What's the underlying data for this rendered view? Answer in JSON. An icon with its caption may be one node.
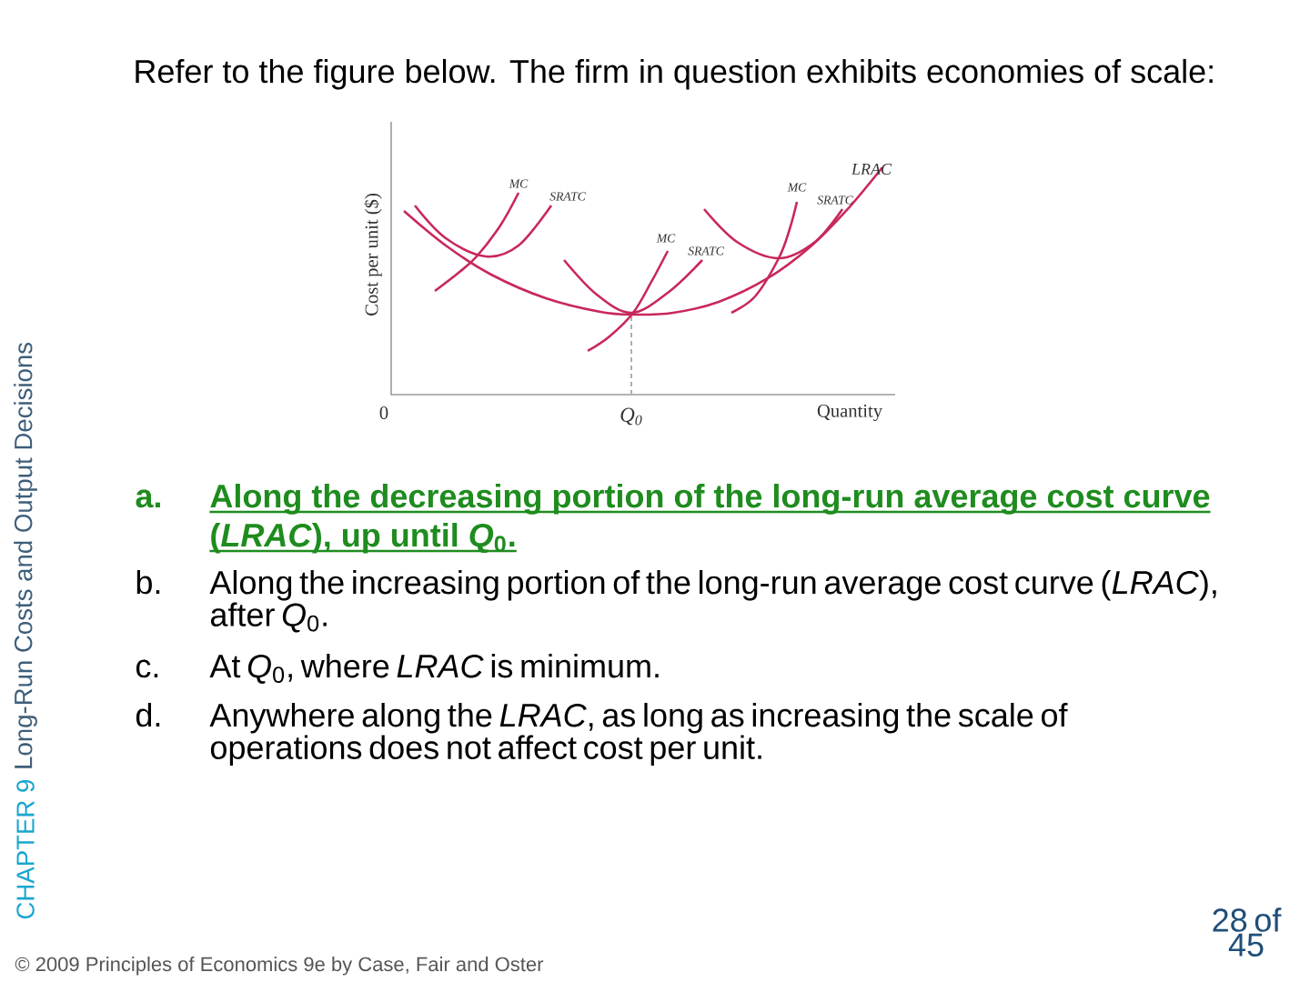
{
  "diagram": {
    "title": "Refer to the figure below. The firm in question exhibits economies of scale:",
    "labels": [
      "CHAPTER 9",
      "Long-Run Costs and Output Decisions",
      "LRAC",
      "MC",
      "SRATC",
      "MC",
      "SRATC",
      "Cost per unit ($)",
      "MC",
      "SRATC",
      "0",
      "Q$_{0}$",
      "Quantity",
      "a.",
      "Along the decreasing portion of the long-run average cost curve (*LRAC*), up until *Q*$_{0}$.",
      "b.",
      "Along the increasing portion of the long-run average cost curve (*LRAC*), after *Q*$_{0}$.",
      "c.",
      "At *Q*$_{0}$, where *LRAC* is minimum.",
      "d.",
      "Anywhere along the *LRAC*, as long as increasing the scale of operations does not affect cost per unit.",
      "© 2009 Principles of Economics 9e by Case, Fair and Oster",
      "28 of 45"
    ]
  }
}
